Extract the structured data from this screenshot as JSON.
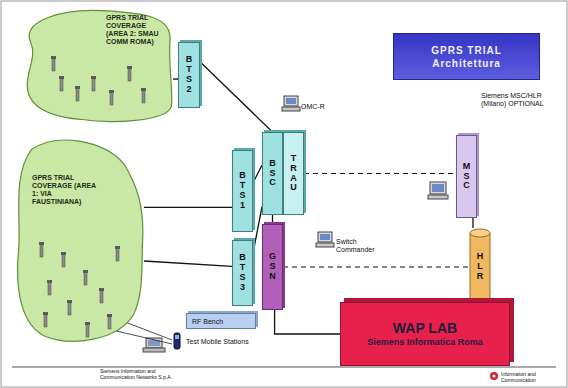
{
  "diagram": {
    "title": "GPRS TRIAL Architettura",
    "nodes": [
      {
        "text": [
          "GPRS TRIAL COVERAGE (AREA 2: SMAU COMM ROMA)"
        ]
      },
      {
        "text": [
          "BTS 2"
        ]
      },
      {
        "text": [
          "GPRS TRIAL COVERAGE (AREA 1: VIA FAUSTINIANA)"
        ]
      },
      {
        "text": [
          "BTS 1"
        ]
      },
      {
        "text": [
          "BTS 3"
        ]
      },
      {
        "text": [
          "BSC"
        ]
      },
      {
        "text": [
          "TRAU"
        ]
      },
      {
        "text": [
          "GSN"
        ]
      },
      {
        "text": [
          "MSC"
        ]
      },
      {
        "text": [
          "HLR"
        ]
      },
      {
        "text": [
          "RF Bench"
        ]
      },
      {
        "text": [
          "WAP LAB",
          "Siemens Informatica Roma"
        ]
      }
    ],
    "edges": [
      {
        "from": 1,
        "to": 5,
        "arrow": "none"
      },
      {
        "from": 3,
        "to": 5,
        "arrow": "none"
      },
      {
        "from": 4,
        "to": 5,
        "arrow": "none"
      },
      {
        "from": 5,
        "to": 7,
        "arrow": "none"
      },
      {
        "from": 6,
        "to": 8,
        "arrow": "none"
      },
      {
        "from": 7,
        "to": 9,
        "arrow": "none"
      },
      {
        "from": 8,
        "to": 9,
        "arrow": "none"
      },
      {
        "from": 7,
        "to": 11,
        "arrow": "none"
      },
      {
        "from": 2,
        "to": 3,
        "arrow": "none"
      },
      {
        "from": 2,
        "to": 4,
        "arrow": "none"
      },
      {
        "from": 0,
        "to": 1,
        "arrow": "none"
      }
    ],
    "labels": [
      "OMC-R",
      "Switch Commander",
      "Siemens MSC/HLR (Milano) OPTIONAL",
      "Test Mobile Stations",
      "Siemens Information and Communication Networks S.p.A.",
      "Information and Communication"
    ]
  }
}
